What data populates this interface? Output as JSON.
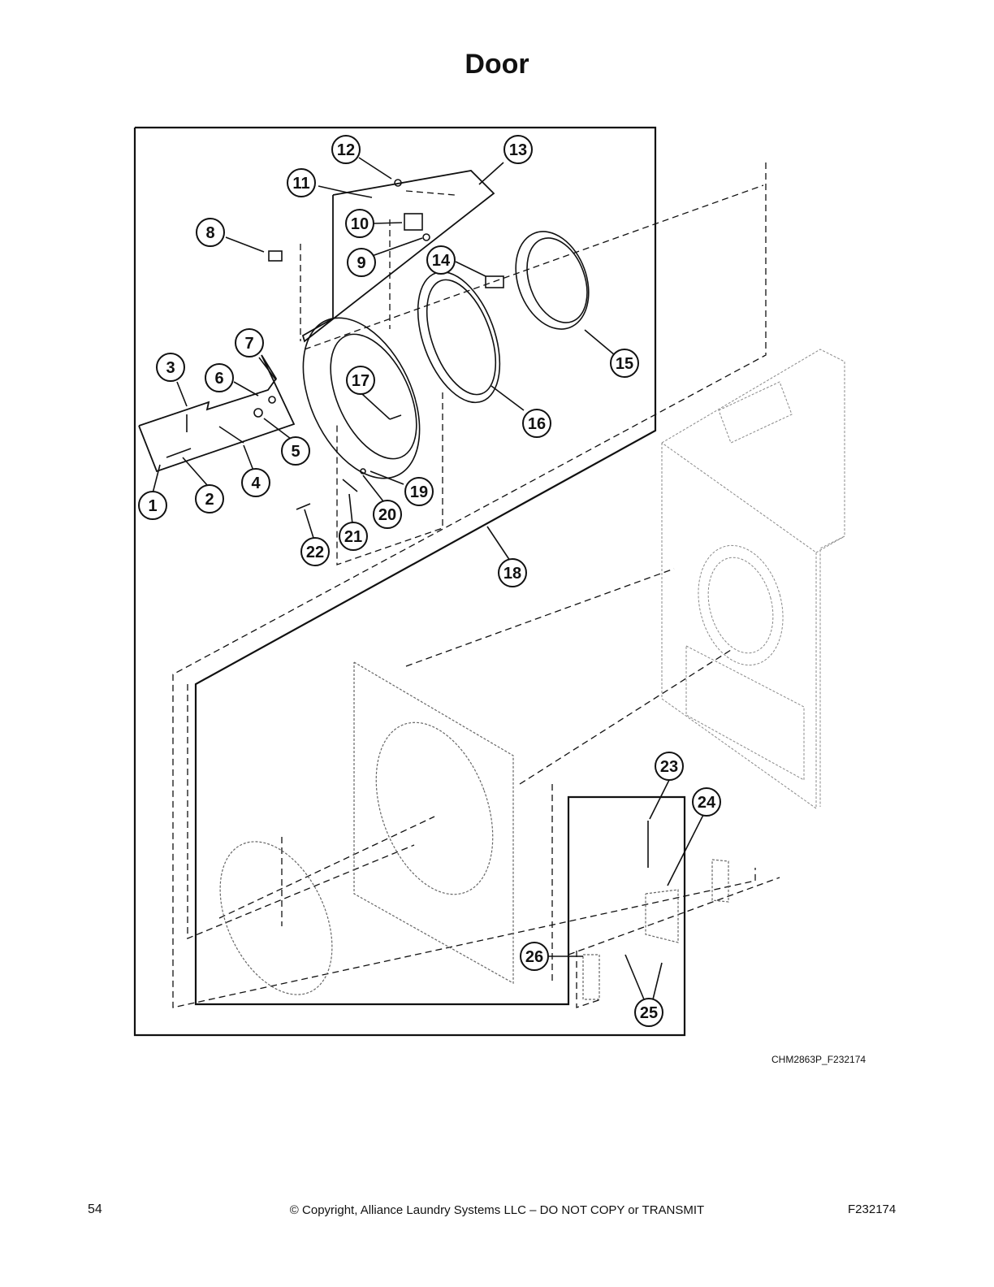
{
  "page": {
    "title": "Door",
    "figure_id": "CHM2863P_F232174",
    "page_number": "54",
    "copyright": "© Copyright, Alliance Laundry Systems LLC – DO NOT COPY or TRANSMIT",
    "document_id": "F232174"
  },
  "callouts": [
    "1",
    "2",
    "3",
    "4",
    "5",
    "6",
    "7",
    "8",
    "9",
    "10",
    "11",
    "12",
    "13",
    "14",
    "15",
    "16",
    "17",
    "18",
    "19",
    "20",
    "21",
    "22",
    "23",
    "24",
    "25",
    "26"
  ],
  "colors": {
    "line": "#111111",
    "ghost": "#888888",
    "background": "#ffffff"
  }
}
